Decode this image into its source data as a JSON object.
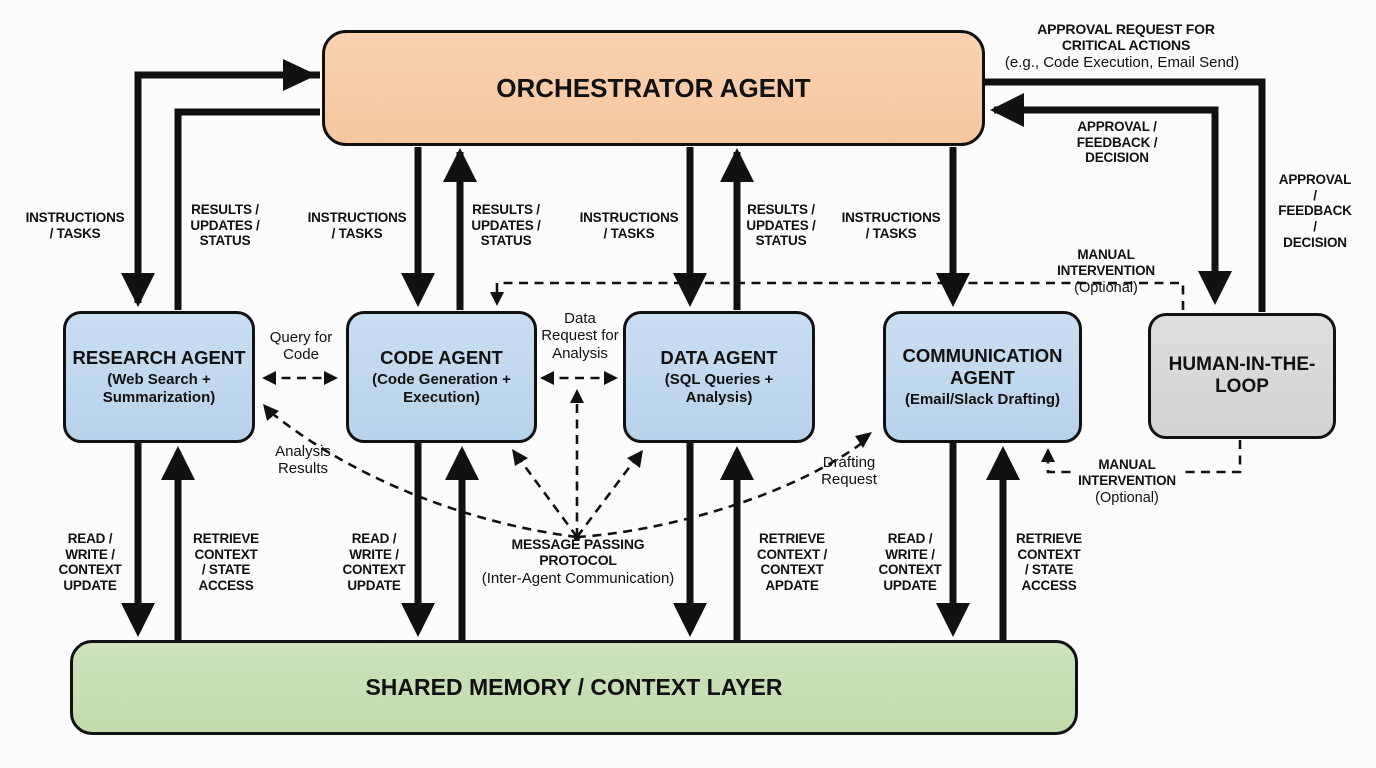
{
  "nodes": {
    "orchestrator": {
      "title": "ORCHESTRATOR AGENT"
    },
    "research_agent": {
      "title": "RESEARCH AGENT",
      "subtitle": "(Web Search +\nSummarization)"
    },
    "code_agent": {
      "title": "CODE AGENT",
      "subtitle": "(Code Generation +\nExecution)"
    },
    "data_agent": {
      "title": "DATA AGENT",
      "subtitle": "(SQL Queries +\nAnalysis)"
    },
    "communication_agent": {
      "title": "COMMUNICATION\nAGENT",
      "subtitle": "(Email/Slack Drafting)"
    },
    "human_in_the_loop": {
      "title": "HUMAN-IN-THE-\nLOOP"
    },
    "shared_memory": {
      "title": "SHARED MEMORY / CONTEXT LAYER"
    }
  },
  "edge_labels": {
    "instructions_tasks": "INSTRUCTIONS\n/ TASKS",
    "results_updates_status": "RESULTS /\nUPDATES /\nSTATUS",
    "approval_request_title": "APPROVAL REQUEST FOR\nCRITICAL ACTIONS",
    "approval_request_sub": "(e.g., Code Execution, Email Send)",
    "approval_feedback_decision": "APPROVAL /\nFEEDBACK /\nDECISION",
    "manual_intervention": "MANUAL\nINTERVENTION",
    "manual_intervention_sub": "(Optional)",
    "query_for_code": "Query for\nCode",
    "data_request_for_analysis": "Data\nRequest for\nAnalysis",
    "analysis_results": "Analysis\nResults",
    "drafting_request": "Drafting\nRequest",
    "message_passing_title": "MESSAGE PASSING\nPROTOCOL",
    "message_passing_sub": "(Inter-Agent Communication)",
    "read_write_context_update": "READ /\nWRITE /\nCONTEXT\nUPDATE",
    "retrieve_context_state_access": "RETRIEVE\nCONTEXT\n/ STATE\nACCESS",
    "retrieve_context_apdate": "RETRIEVE\nCONTEXT /\nCONTEXT\nAPDATE"
  },
  "colors": {
    "background": "#FCFCFC",
    "line": "#111111",
    "orchestrator_fill": "#F8CBA8",
    "agent_fill": "#BDD7EE",
    "human_in_the_loop_fill": "#D9D9D9",
    "shared_memory_fill": "#C6E0B4"
  }
}
